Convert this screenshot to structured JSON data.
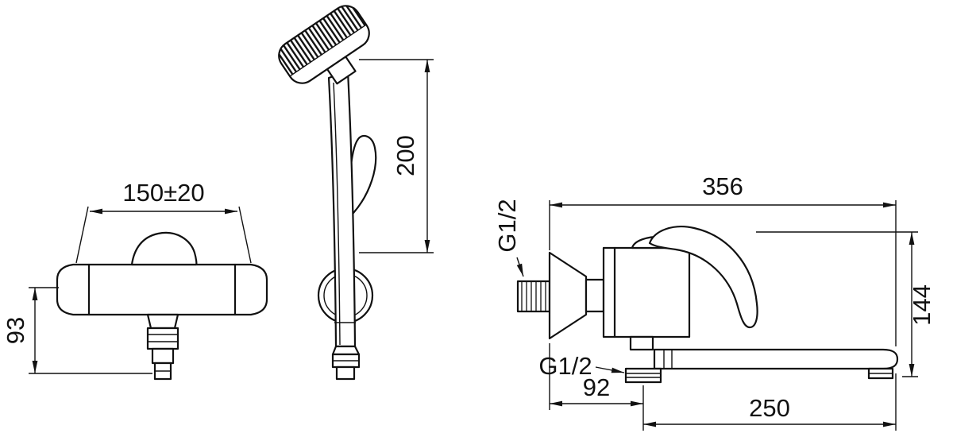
{
  "colors": {
    "line": "#111111",
    "background": "#ffffff"
  },
  "views": {
    "front": {
      "dim_width": "150±20",
      "dim_height": "93"
    },
    "hand_shower": {
      "dim_height": "200"
    },
    "side": {
      "dim_total_depth": "356",
      "dim_height": "144",
      "label_inlet_thread": "G1/2",
      "label_outlet_thread": "G1/2",
      "dim_outlet_offset": "92",
      "dim_spout_reach": "250"
    }
  }
}
